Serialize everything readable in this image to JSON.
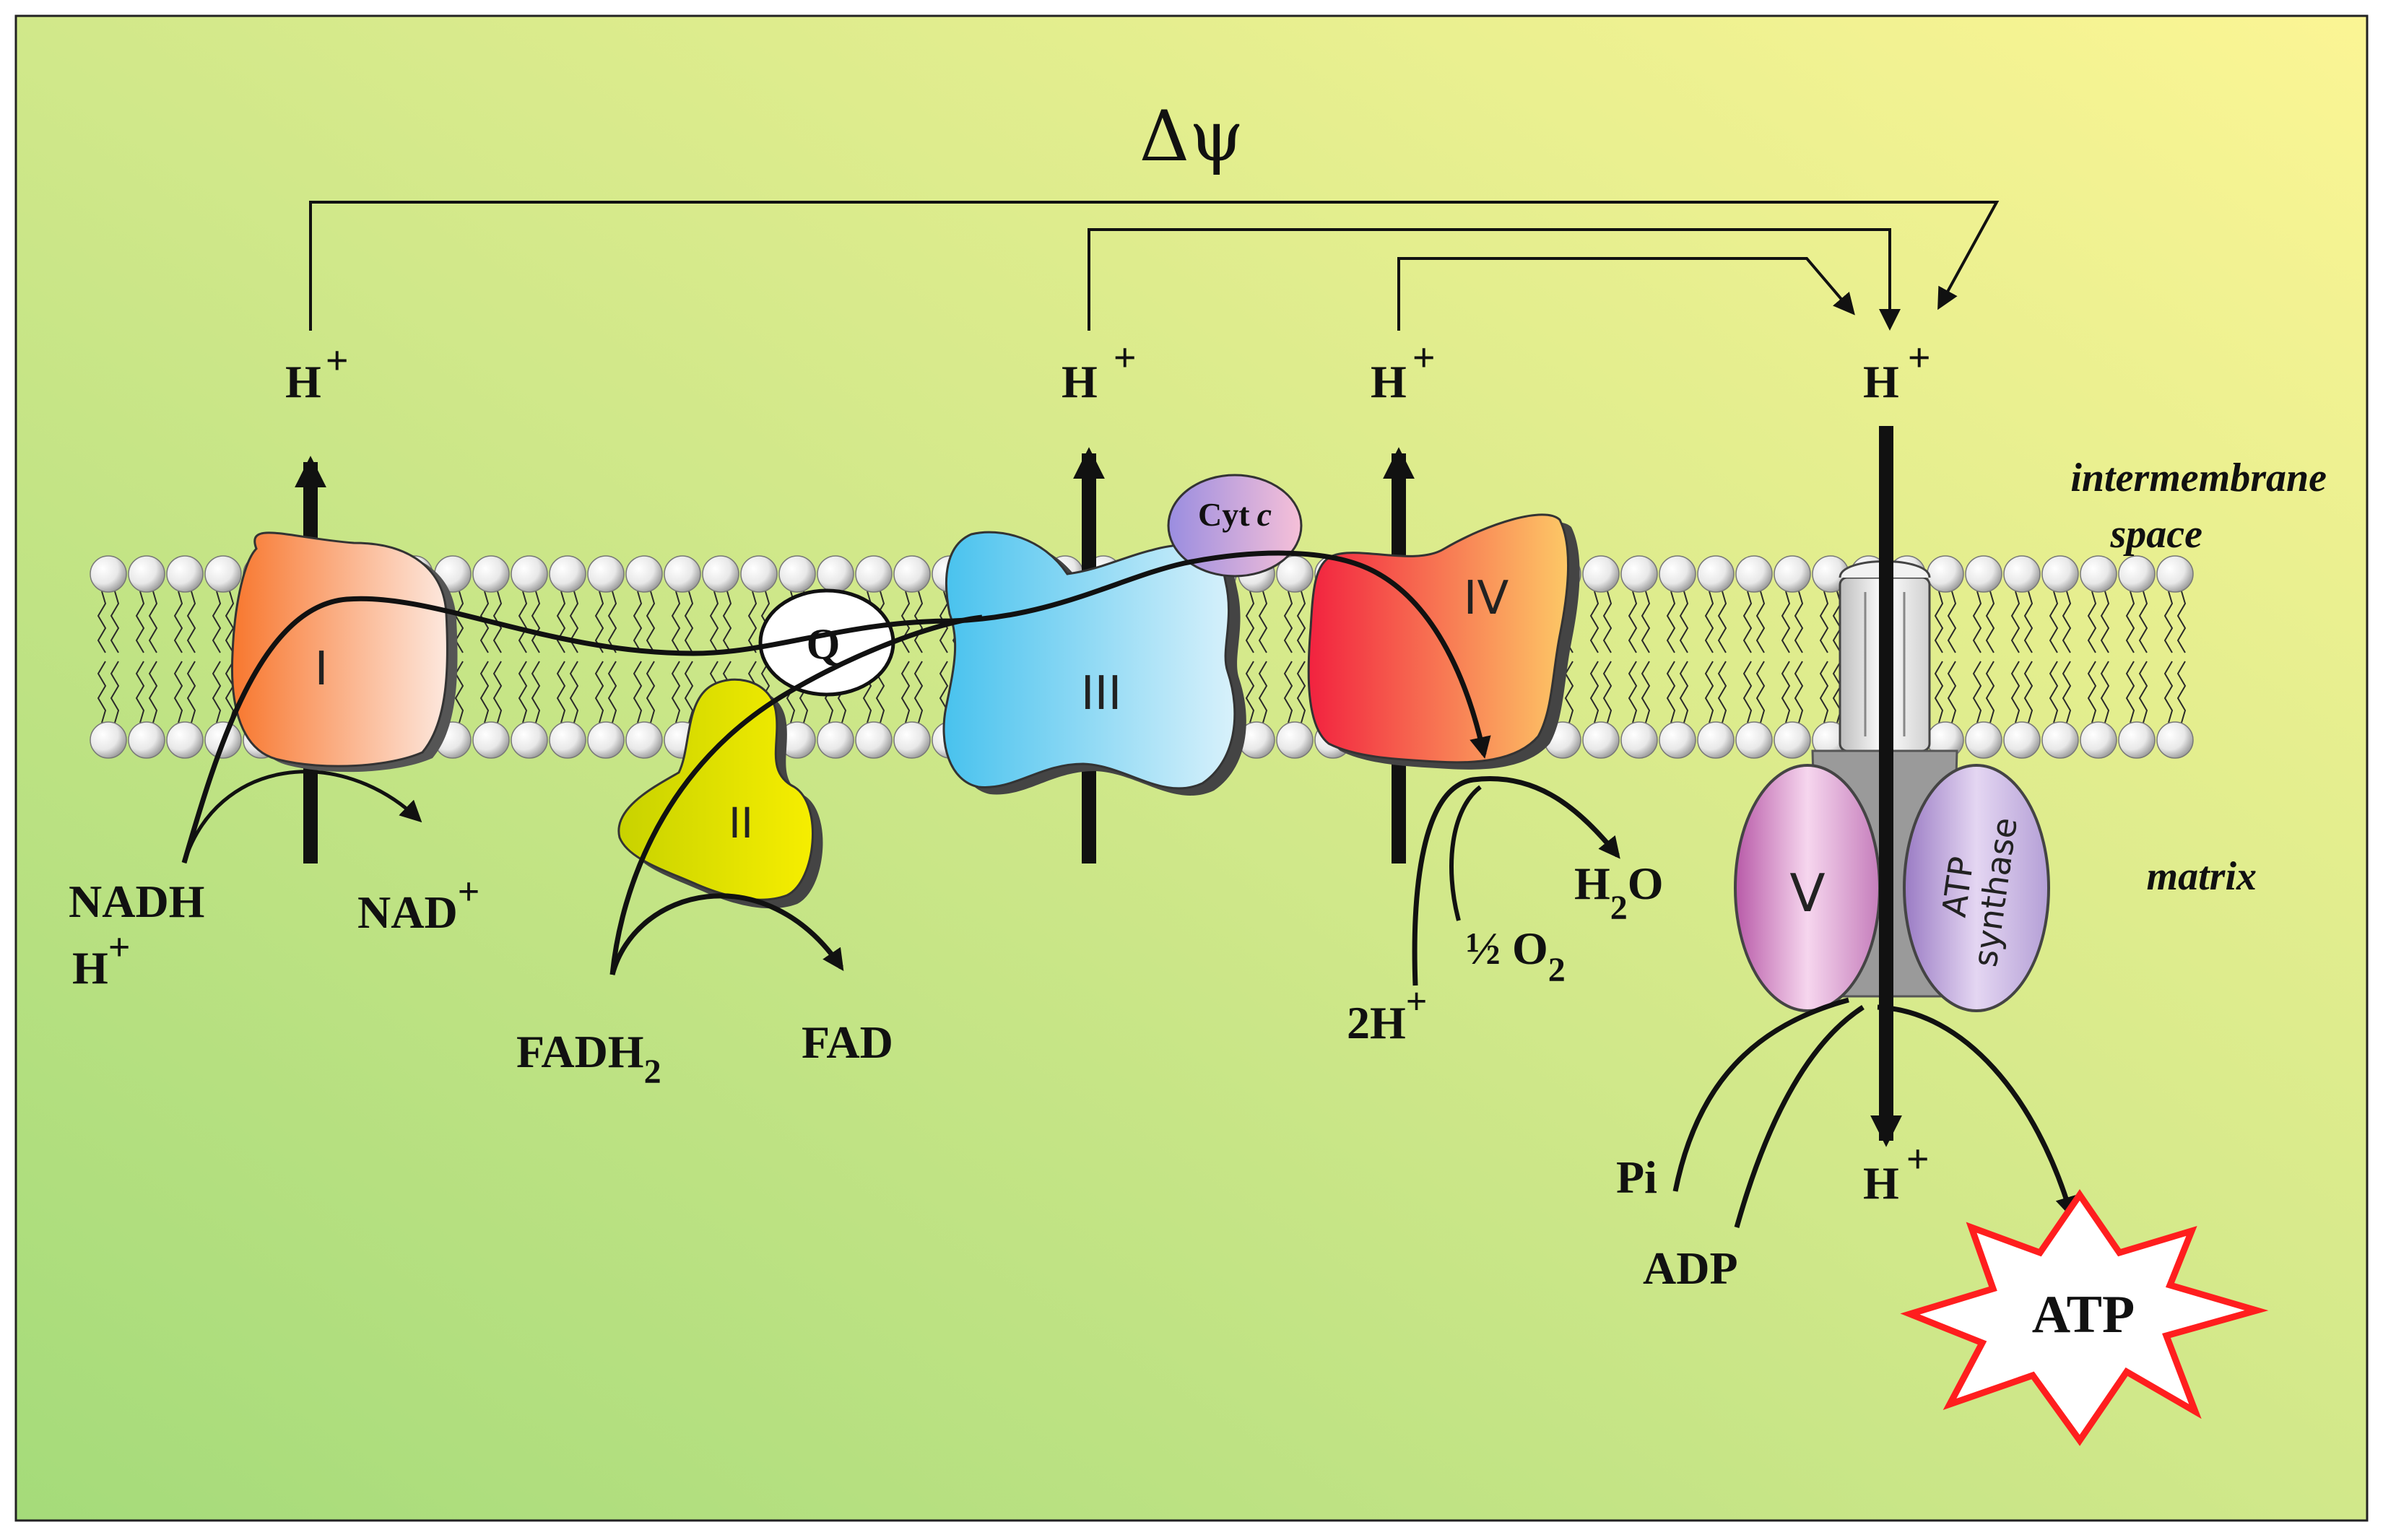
{
  "delta_psi": "Δψ",
  "regions": {
    "intermembrane": [
      "intermembrane",
      "space"
    ],
    "matrix": "matrix"
  },
  "complexes": {
    "c1": "I",
    "c2": "II",
    "c3": "III",
    "c4": "IV",
    "c5": "V",
    "q": "Q",
    "cytc_main": "Cyt",
    "cytc_ital": "c",
    "atp_synthase": [
      "ATP",
      "synthase"
    ]
  },
  "protons": {
    "h": "H",
    "plus": "+"
  },
  "substrates": {
    "nadh": "NADH",
    "nad": "NAD",
    "fadh": "FADH",
    "fadh_sub": "2",
    "fad": "FAD",
    "h2o_h": "H",
    "h2o_sub": "2",
    "h2o_o": "O",
    "half_o2": "½ O",
    "o2_sub": "2",
    "two_h": "2H",
    "pi": "Pi",
    "adp": "ADP",
    "atp": "ATP"
  },
  "colors": {
    "bg_left": "#a8dc7c",
    "bg_right": "#f8f394",
    "c1": "#f98f4a",
    "c2": "#e2e000",
    "c3": "#5fc8ee",
    "c4": "#f23850",
    "c5": "#c96cba",
    "atp_burst": "#ff1e1e"
  }
}
